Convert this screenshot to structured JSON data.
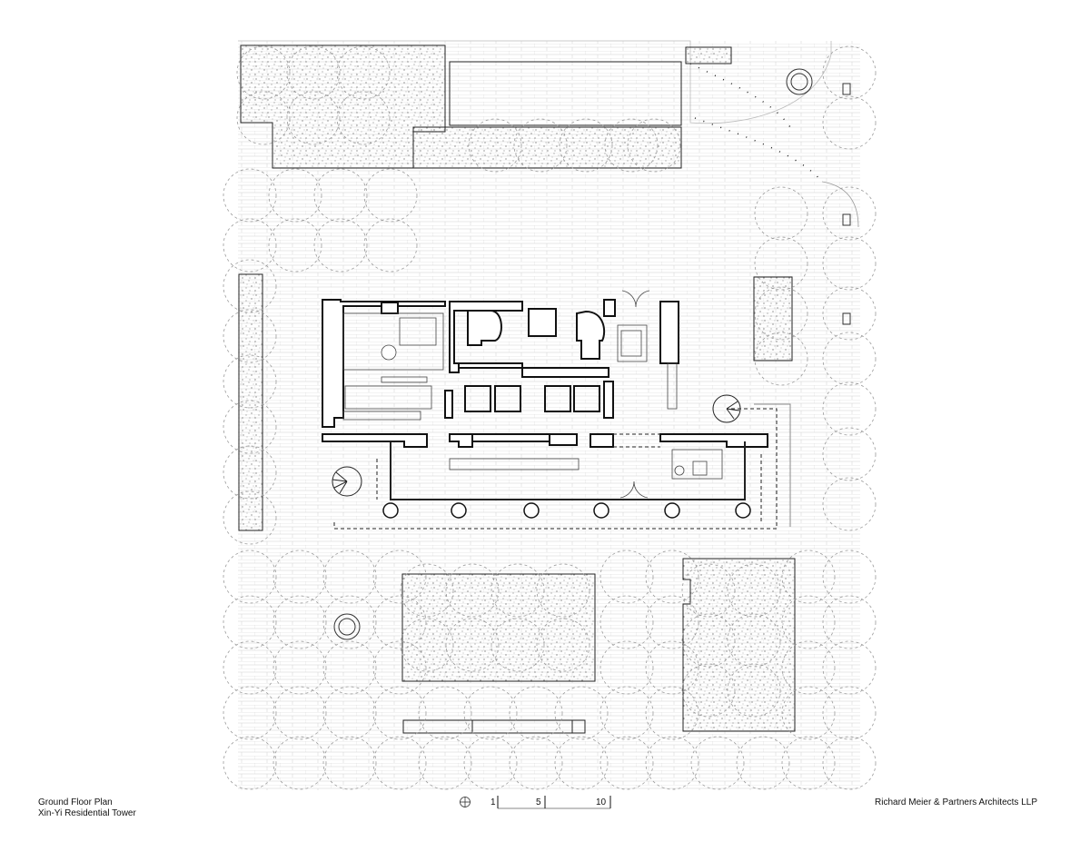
{
  "caption": {
    "title": "Ground Floor Plan",
    "project": "Xin-Yi Residential Tower",
    "architect": "Richard Meier & Partners Architects LLP"
  },
  "scale_bar": {
    "labels": [
      "1",
      "5",
      "10"
    ],
    "north_symbol": "north-arrow-icon"
  },
  "colors": {
    "line": "#111111",
    "hatch": "#bbbbbb",
    "canopy": "#9a9a9a"
  }
}
